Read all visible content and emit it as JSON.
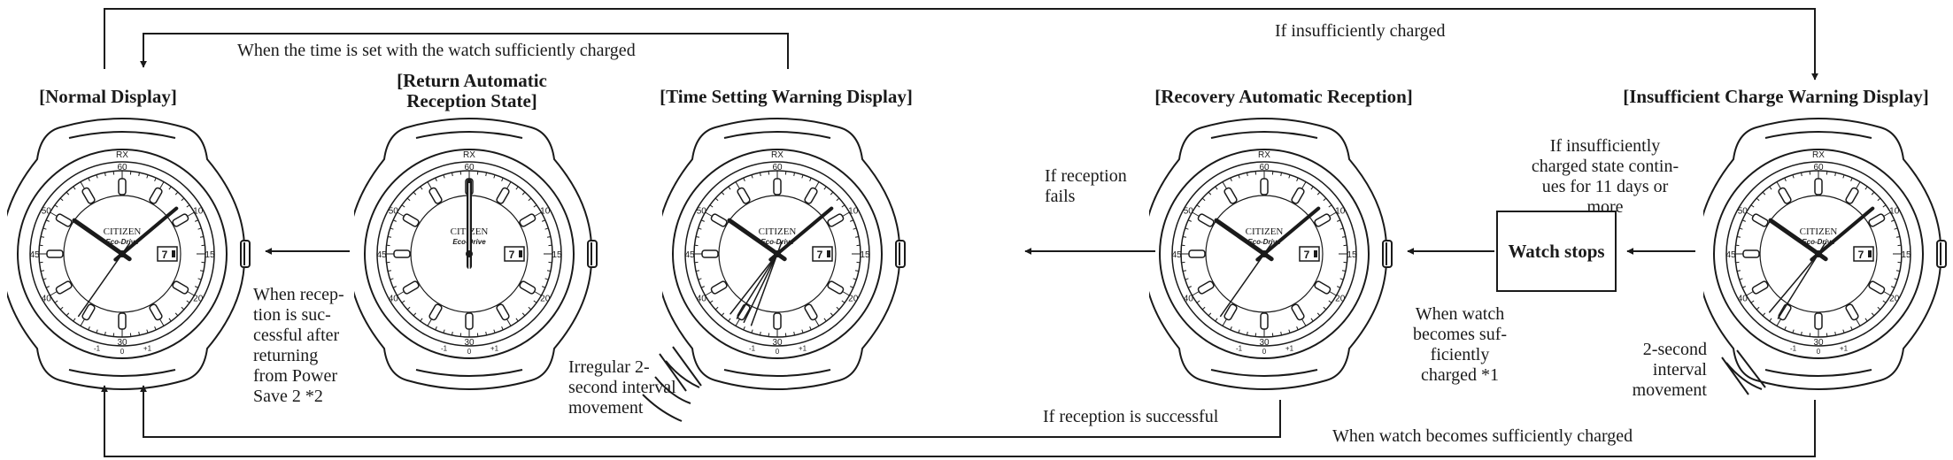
{
  "titles": {
    "normal": "[Normal Display]",
    "return_auto": [
      "[Return Automatic",
      "Reception State]"
    ],
    "time_setting": "[Time Setting Warning Display]",
    "recovery": "[Recovery Automatic Reception]",
    "insufficient": "[Insufficient Charge Warning Display]"
  },
  "labels": {
    "time_set_sufficient": "When the time is set with the watch sufficiently charged",
    "if_insufficient": "If insufficiently charged",
    "reception_success_power_save": [
      "When recep-",
      "tion is suc-",
      "cessful after",
      "returning",
      "from Power",
      "Save 2 *2"
    ],
    "reception_fails": [
      "If reception",
      "fails"
    ],
    "irregular_movement": [
      "Irregular 2-",
      "second interval",
      "movement"
    ],
    "if_reception_successful": "If reception is successful",
    "becomes_sufficient_star1": [
      "When watch",
      "becomes suf-",
      "ficiently",
      "charged *1"
    ],
    "watch_stops": "Watch stops",
    "insufficient_11_days": [
      "If insufficiently",
      "charged state contin-",
      "ues for 11 days or",
      "more"
    ],
    "two_second_movement": [
      "2-second",
      "interval",
      "movement"
    ],
    "becomes_sufficient": "When watch becomes sufficiently charged"
  },
  "dial": {
    "brand": "CITIZEN",
    "subbrand": "Eco-Drive",
    "date": "7",
    "rx": "RX",
    "numerals": [
      "60",
      "15",
      "30",
      "45",
      "50",
      "40",
      "10",
      "20"
    ],
    "zones": [
      "+1",
      "0",
      "-1"
    ]
  }
}
